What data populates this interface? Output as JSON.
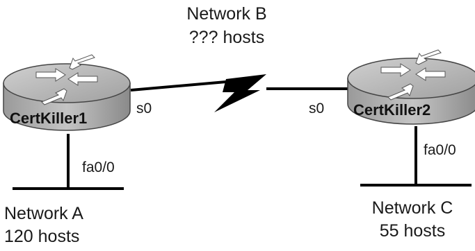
{
  "routers": [
    {
      "name": "CertKiller1",
      "icon": "router-icon"
    },
    {
      "name": "CertKiller2",
      "icon": "router-icon"
    }
  ],
  "interfaces": {
    "r1_serial": "s0",
    "r2_serial": "s0",
    "r1_lan": "fa0/0",
    "r2_lan": "fa0/0"
  },
  "networks": {
    "a": {
      "name": "Network A",
      "hosts": "120 hosts"
    },
    "b": {
      "name": "Network B",
      "hosts": "??? hosts"
    },
    "c": {
      "name": "Network C",
      "hosts": "55 hosts"
    }
  },
  "colors": {
    "router_body": "#8a8a8a",
    "router_top": "#b8b8b8",
    "link": "#000000"
  }
}
